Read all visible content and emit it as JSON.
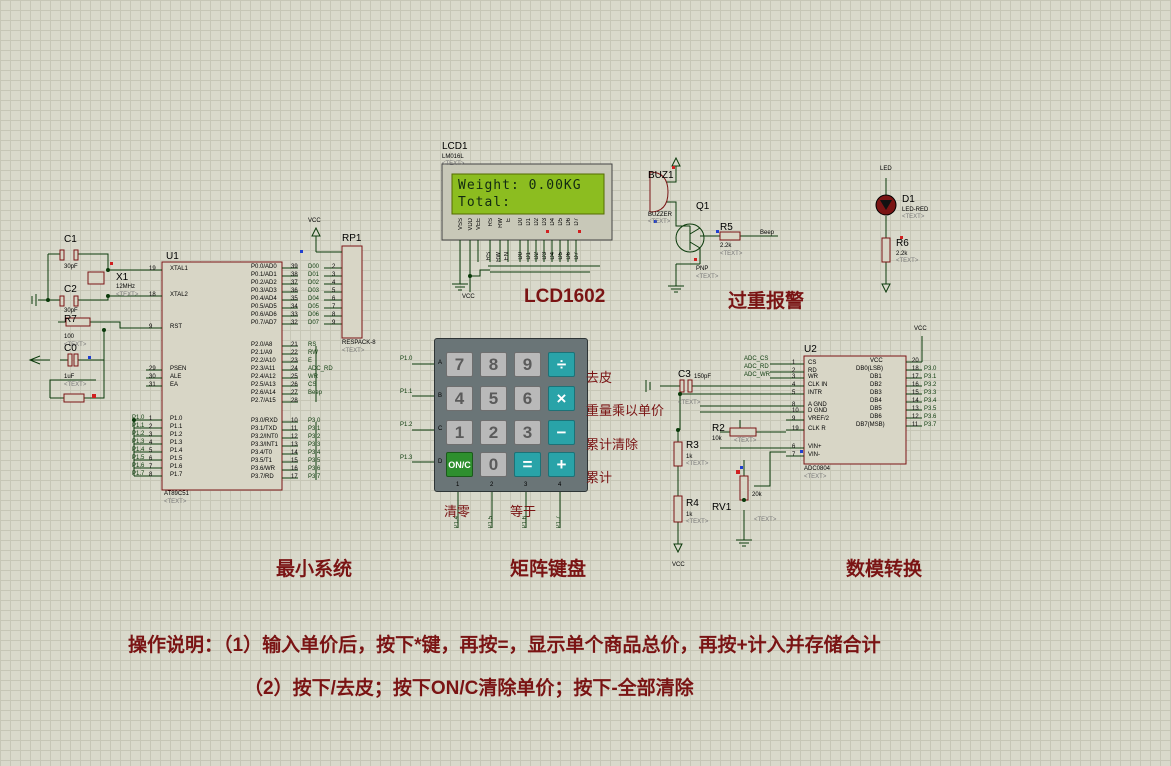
{
  "sections": {
    "min_system": "最小系统",
    "keypad": "矩阵键盘",
    "adc": "数模转换",
    "lcd": "LCD1602",
    "alarm": "过重报警"
  },
  "instructions": {
    "line1": "操作说明：（1）输入单价后，按下*键，再按=，显示单个商品总价，再按+计入并存储合计",
    "line2": "（2）按下/去皮；按下ON/C清除单价；按下-全部清除"
  },
  "lcd": {
    "ref": "LCD1",
    "part": "LM016L",
    "text": "<TEXT>",
    "row1": "Weight: 0.00KG",
    "row2": "Total:",
    "pins": [
      "VSS",
      "VDD",
      "VEE",
      "RS",
      "RW",
      "E",
      "D0",
      "D1",
      "D2",
      "D3",
      "D4",
      "D5",
      "D6",
      "D7"
    ],
    "bus": [
      "RS",
      "RW",
      "EN",
      "D0",
      "D1",
      "D2",
      "D3",
      "D4",
      "D5",
      "D6",
      "D7"
    ],
    "vcc": "VCC"
  },
  "mcu": {
    "ref": "U1",
    "part": "AT89C51",
    "text": "<TEXT>",
    "left_pins": [
      {
        "num": "19",
        "name": "XTAL1"
      },
      {
        "num": "18",
        "name": "XTAL2"
      },
      {
        "num": "9",
        "name": "RST"
      },
      {
        "num": "29",
        "name": "PSEN"
      },
      {
        "num": "30",
        "name": "ALE"
      },
      {
        "num": "31",
        "name": "EA"
      },
      {
        "num": "1",
        "name": "P1.0"
      },
      {
        "num": "2",
        "name": "P1.1"
      },
      {
        "num": "3",
        "name": "P1.2"
      },
      {
        "num": "4",
        "name": "P1.3"
      },
      {
        "num": "5",
        "name": "P1.4"
      },
      {
        "num": "6",
        "name": "P1.5"
      },
      {
        "num": "7",
        "name": "P1.6"
      },
      {
        "num": "8",
        "name": "P1.7"
      }
    ],
    "right_pins_p0": [
      {
        "num": "39",
        "name": "P0.0/AD0"
      },
      {
        "num": "38",
        "name": "P0.1/AD1"
      },
      {
        "num": "37",
        "name": "P0.2/AD2"
      },
      {
        "num": "36",
        "name": "P0.3/AD3"
      },
      {
        "num": "35",
        "name": "P0.4/AD4"
      },
      {
        "num": "34",
        "name": "P0.5/AD5"
      },
      {
        "num": "33",
        "name": "P0.6/AD6"
      },
      {
        "num": "32",
        "name": "P0.7/AD7"
      }
    ],
    "right_pins_p2": [
      {
        "num": "21",
        "name": "P2.0/A8"
      },
      {
        "num": "22",
        "name": "P2.1/A9"
      },
      {
        "num": "23",
        "name": "P2.2/A10"
      },
      {
        "num": "24",
        "name": "P2.3/A11"
      },
      {
        "num": "25",
        "name": "P2.4/A12"
      },
      {
        "num": "26",
        "name": "P2.5/A13"
      },
      {
        "num": "27",
        "name": "P2.6/A14"
      },
      {
        "num": "28",
        "name": "P2.7/A15"
      }
    ],
    "right_pins_p3": [
      {
        "num": "10",
        "name": "P3.0/RXD"
      },
      {
        "num": "11",
        "name": "P3.1/TXD"
      },
      {
        "num": "12",
        "name": "P3.2/INT0"
      },
      {
        "num": "13",
        "name": "P3.3/INT1"
      },
      {
        "num": "14",
        "name": "P3.4/T0"
      },
      {
        "num": "15",
        "name": "P3.5/T1"
      },
      {
        "num": "16",
        "name": "P3.6/WR"
      },
      {
        "num": "17",
        "name": "P3.7/RD"
      }
    ],
    "p0_nets": [
      "D00",
      "D01",
      "D02",
      "D03",
      "D04",
      "D05",
      "D06",
      "D07"
    ],
    "p2_nets": [
      "RS",
      "RW",
      "E",
      "ADC_RD",
      "WR",
      "CS",
      "Beep",
      ""
    ],
    "p1_nets": [
      "P1.0",
      "P1.1",
      "P1.2",
      "P1.3",
      "P1.4",
      "P1.5",
      "P1.6",
      "P1.7"
    ],
    "p3_nets": [
      "P3.0",
      "P3.1",
      "P3.2",
      "P3.3",
      "P3.4",
      "P3.5",
      "P3.6",
      "P3.7"
    ]
  },
  "passives": {
    "c1": {
      "ref": "C1",
      "val": "30pF",
      "text": "<TEXT>"
    },
    "c2": {
      "ref": "C2",
      "val": "30pF",
      "text": "<TEXT>"
    },
    "x1": {
      "ref": "X1",
      "val": "12MHz",
      "text": "<TEXT>"
    },
    "r7": {
      "ref": "R7",
      "val": "100",
      "text": "<TEXT>"
    },
    "c0": {
      "ref": "C0",
      "val": "1uF",
      "text": "<TEXT>"
    },
    "rp1": {
      "ref": "RP1",
      "part": "RESPACK-8",
      "text": "<TEXT>",
      "vcc": "VCC"
    },
    "buz": {
      "ref": "BUZ1",
      "part": "BUZZER",
      "text": "<TEXT>"
    },
    "q1": {
      "ref": "Q1",
      "part": "PNP",
      "text": "<TEXT>"
    },
    "r5": {
      "ref": "R5",
      "val": "2.2k",
      "text": "<TEXT>",
      "net": "Beep"
    },
    "d1": {
      "ref": "D1",
      "part": "LED-RED",
      "text": "<TEXT>",
      "net": "LED"
    },
    "r6": {
      "ref": "R6",
      "val": "2.2k",
      "text": "<TEXT>"
    },
    "c3": {
      "ref": "C3",
      "val": "150pF",
      "text": "<TEXT>"
    },
    "r2": {
      "ref": "R2",
      "val": "10k",
      "text": "<TEXT>"
    },
    "r3": {
      "ref": "R3",
      "val": "1k",
      "text": "<TEXT>"
    },
    "r4": {
      "ref": "R4",
      "val": "1k",
      "text": "<TEXT>"
    },
    "rv1": {
      "ref": "RV1",
      "val": "20k",
      "text": "<TEXT>"
    },
    "vcc": "VCC"
  },
  "keypad": {
    "rows": [
      [
        "7",
        "8",
        "9",
        "÷"
      ],
      [
        "4",
        "5",
        "6",
        "×"
      ],
      [
        "1",
        "2",
        "3",
        "−"
      ],
      [
        "ON/C",
        "0",
        "=",
        "+"
      ]
    ],
    "row_pins": [
      "A",
      "B",
      "C",
      "D"
    ],
    "col_pins": [
      "1",
      "2",
      "3",
      "4"
    ],
    "row_nets": [
      "P1.0",
      "P1.1",
      "P1.2",
      "P1.3"
    ],
    "col_nets": [
      "P1.4",
      "P1.5",
      "P1.6",
      "P1.7"
    ],
    "labels": {
      "div": "去皮",
      "mul": "重量乘以单价",
      "minus": "累计清除",
      "plus": "累计",
      "onc": "清零",
      "eq": "等于"
    }
  },
  "adc": {
    "ref": "U2",
    "part": "ADC0804",
    "text": "<TEXT>",
    "left_pins": [
      {
        "num": "1",
        "name": "CS"
      },
      {
        "num": "2",
        "name": "RD"
      },
      {
        "num": "3",
        "name": "WR"
      },
      {
        "num": "4",
        "name": "CLK IN"
      },
      {
        "num": "5",
        "name": "INTR"
      },
      {
        "num": "8",
        "name": "A GND"
      },
      {
        "num": "10",
        "name": "D GND"
      },
      {
        "num": "9",
        "name": "VREF/2"
      },
      {
        "num": "19",
        "name": "CLK R"
      },
      {
        "num": "6",
        "name": "VIN+"
      },
      {
        "num": "7",
        "name": "VIN-"
      }
    ],
    "right_pins": [
      {
        "num": "20",
        "name": "VCC"
      },
      {
        "num": "18",
        "name": "DB0(LSB)"
      },
      {
        "num": "17",
        "name": "DB1"
      },
      {
        "num": "16",
        "name": "DB2"
      },
      {
        "num": "15",
        "name": "DB3"
      },
      {
        "num": "14",
        "name": "DB4"
      },
      {
        "num": "13",
        "name": "DB5"
      },
      {
        "num": "12",
        "name": "DB6"
      },
      {
        "num": "11",
        "name": "DB7(MSB)"
      }
    ],
    "left_nets": [
      "ADC_CS",
      "ADC_RD",
      "ADC_WR"
    ],
    "right_nets": [
      "P3.0",
      "P3.1",
      "P3.2",
      "P3.3",
      "P3.4",
      "P3.5",
      "P3.6",
      "P3.7"
    ],
    "vcc": "VCC"
  }
}
